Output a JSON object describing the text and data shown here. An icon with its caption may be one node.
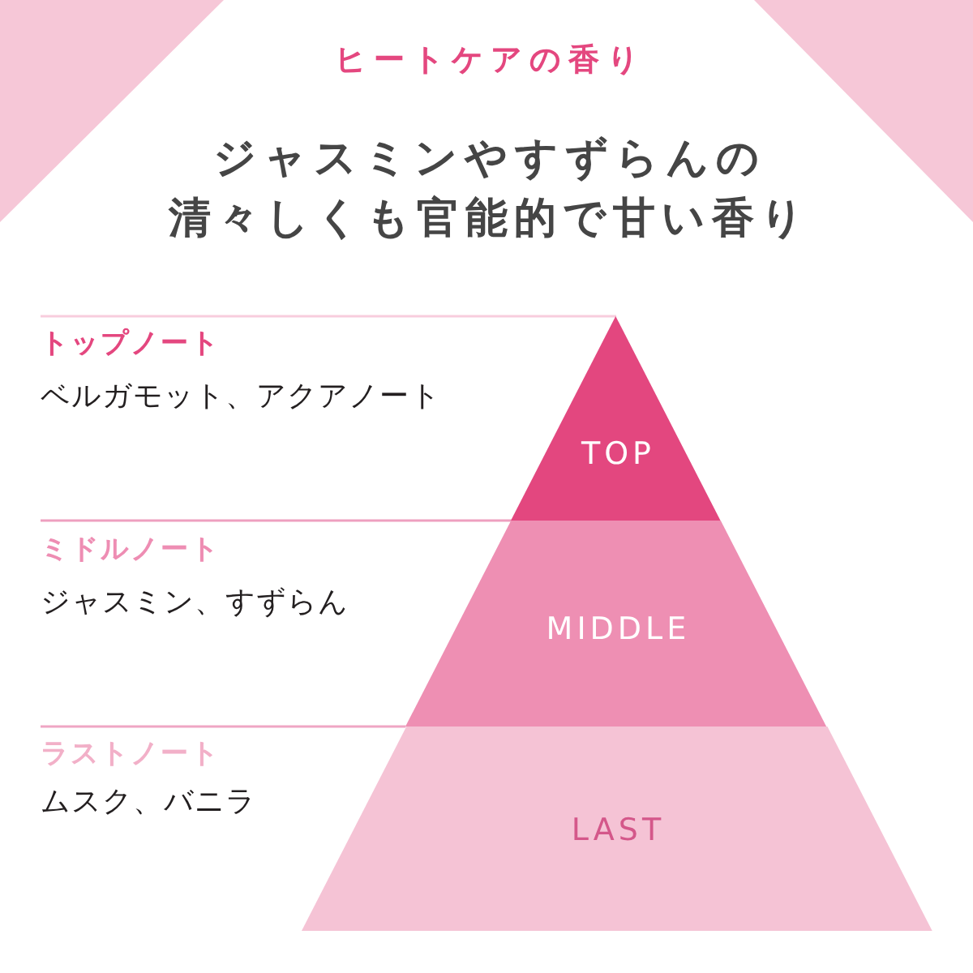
{
  "diagram": {
    "title": "ジャスミンやすずらんの清々しくも官能的で甘い香り",
    "nodes": [
      {
        "text": [
          "TOP"
        ],
        "beside": [
          "トップノート",
          "ベルガモット、アクアノート"
        ]
      },
      {
        "text": [
          "MIDDLE"
        ],
        "beside": [
          "ミドルノート",
          "ジャスミン、すずらん"
        ]
      },
      {
        "text": [
          "LAST"
        ],
        "beside": [
          "ラストノート",
          "ムスク、バニラ"
        ]
      }
    ],
    "labels": [
      "ヒートケアの香り"
    ]
  }
}
